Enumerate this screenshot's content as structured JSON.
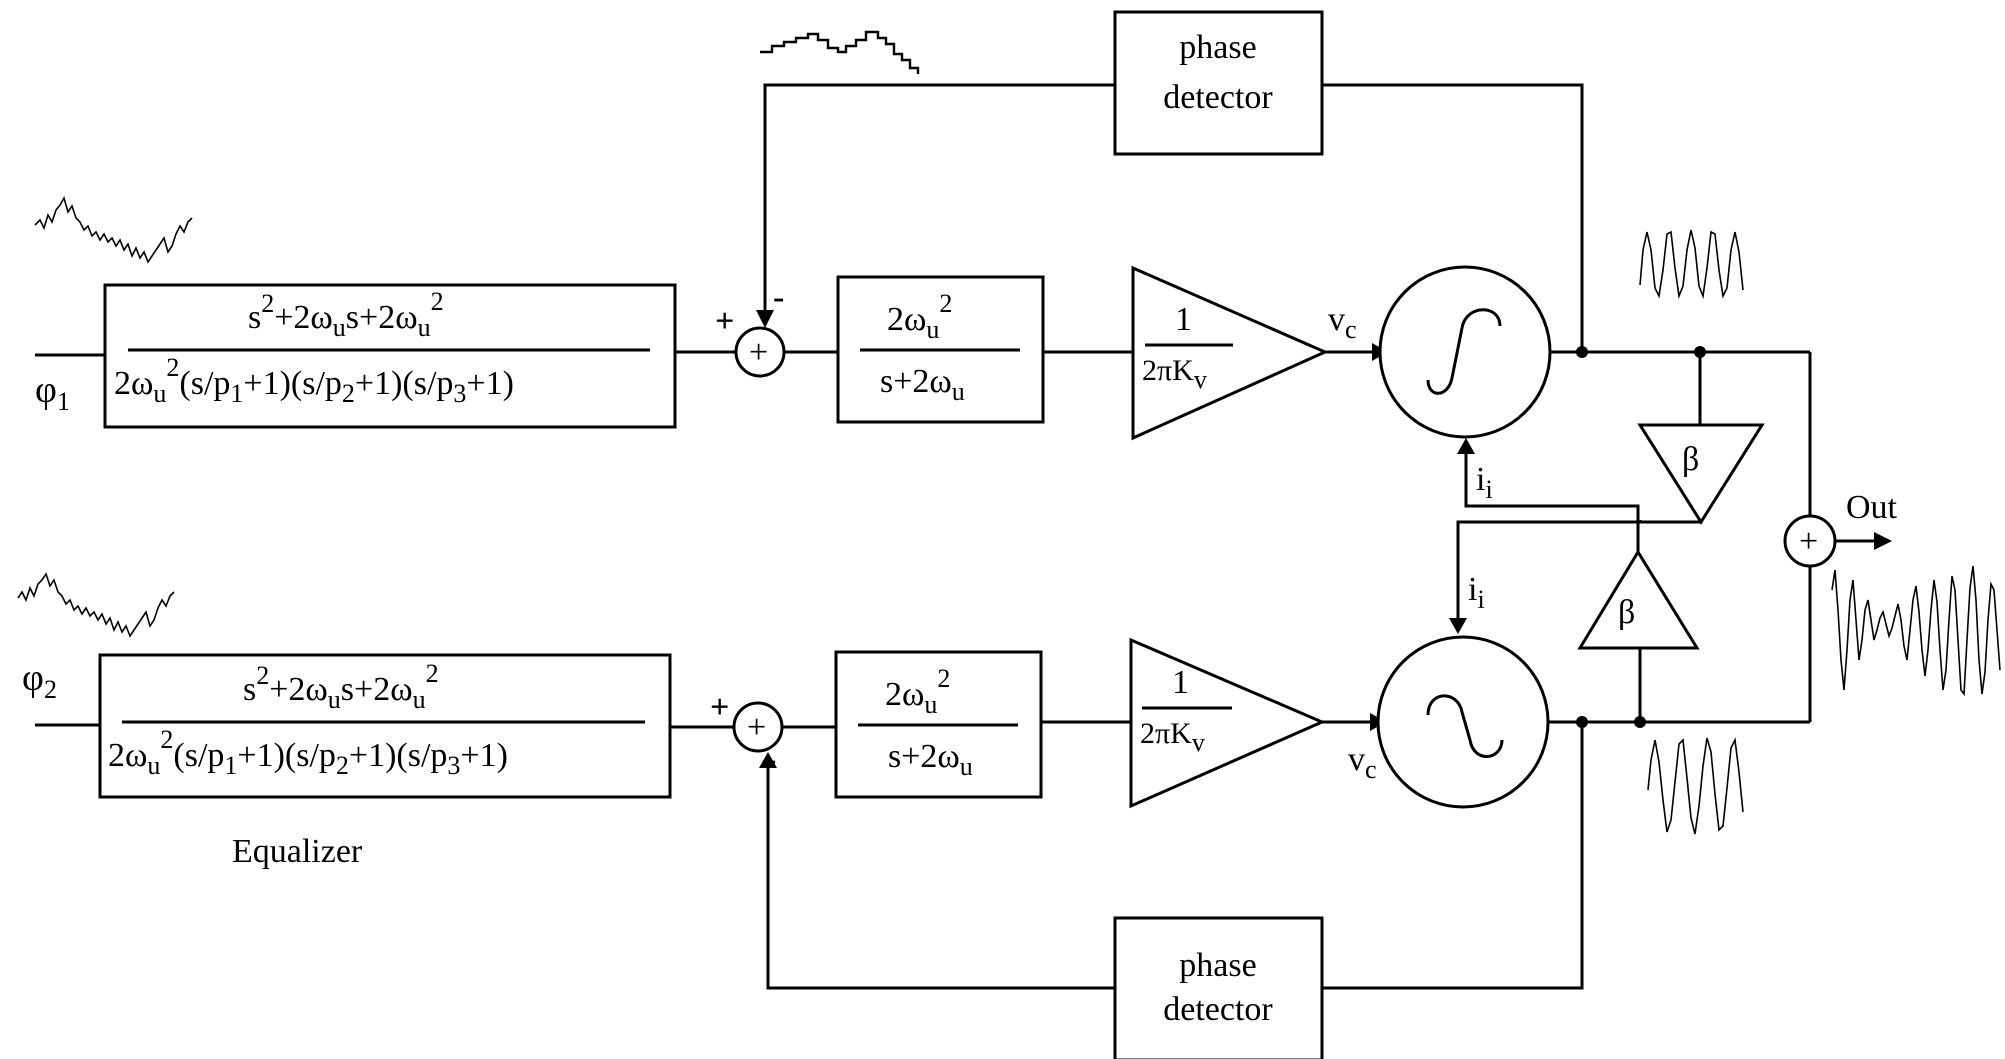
{
  "inputs": {
    "phi1": {
      "symbol": "φ",
      "sub": "1"
    },
    "phi2": {
      "symbol": "φ",
      "sub": "2"
    }
  },
  "equalizer": {
    "numerator": {
      "a": "s",
      "a_sup": "2",
      "b": "+2ω",
      "b_sub": "u",
      "c": "s+2ω",
      "c_sub": "u",
      "c_sup": "2"
    },
    "denominator": {
      "a": "2ω",
      "a_sub": "u",
      "a_sup": "2",
      "b": "(s/p",
      "b_sub": "1",
      "c": "+1)(s/p",
      "c_sub": "2",
      "d": "+1)(s/p",
      "d_sub": "3",
      "e": "+1)"
    },
    "label": "Equalizer"
  },
  "summing": {
    "plus": "+",
    "minus": "-",
    "sum_symbol": "+"
  },
  "filter": {
    "numerator": {
      "a": "2ω",
      "a_sub": "u",
      "a_sup": "2"
    },
    "denominator": {
      "a": "s+2ω",
      "a_sub": "u"
    }
  },
  "amplifier": {
    "numerator": "1",
    "denominator": {
      "a": "2πK",
      "a_sub": "v"
    }
  },
  "vco": {
    "input_label": {
      "a": "v",
      "a_sub": "c"
    },
    "injection_label": {
      "a": "i",
      "a_sub": "i"
    }
  },
  "coupling": {
    "gain": "β"
  },
  "phase_detector": {
    "line1": "phase",
    "line2": "detector"
  },
  "output": {
    "label": "Out",
    "sum_symbol": "+"
  },
  "colors": {
    "stroke": "#000000",
    "background": "#ffffff"
  }
}
